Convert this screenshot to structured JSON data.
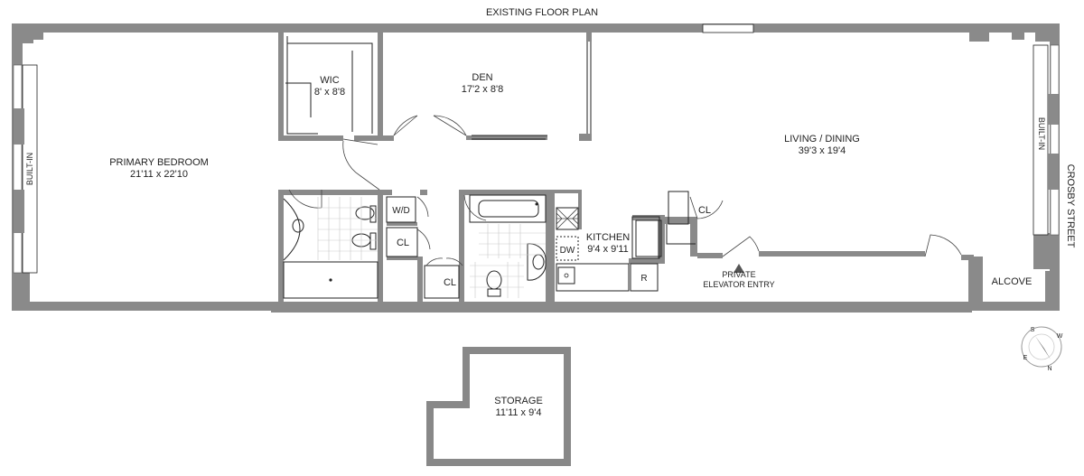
{
  "plan": {
    "title": "EXISTING FLOOR PLAN",
    "rooms": {
      "primary_bedroom": {
        "name": "PRIMARY BEDROOM",
        "size": "21'11 x 22'10"
      },
      "wic": {
        "name": "WIC",
        "size": "8' x 8'8"
      },
      "den": {
        "name": "DEN",
        "size": "17'2 x 8'8"
      },
      "living_dining": {
        "name": "LIVING / DINING",
        "size": "39'3 x 19'4"
      },
      "kitchen": {
        "name": "KITCHEN",
        "size": "9'4 x 9'11"
      },
      "storage": {
        "name": "STORAGE",
        "size": "11'11 x 9'4"
      },
      "alcove": {
        "name": "ALCOVE"
      }
    },
    "labels": {
      "built_in_left": "BUILT-IN",
      "built_in_right": "BUILT-IN",
      "street": "CROSBY STREET",
      "wd": "W/D",
      "cl1": "CL",
      "cl2": "CL",
      "cl3": "CL",
      "dw": "DW",
      "r": "R",
      "elevator_line1": "PRIVATE",
      "elevator_line2": "ELEVATOR ENTRY"
    },
    "compass": {
      "s": "S",
      "n": "N",
      "e": "E",
      "w": "W"
    },
    "colors": {
      "wall": "#8a8a8a",
      "line": "#222222",
      "tile": "#c9c9c9"
    }
  }
}
